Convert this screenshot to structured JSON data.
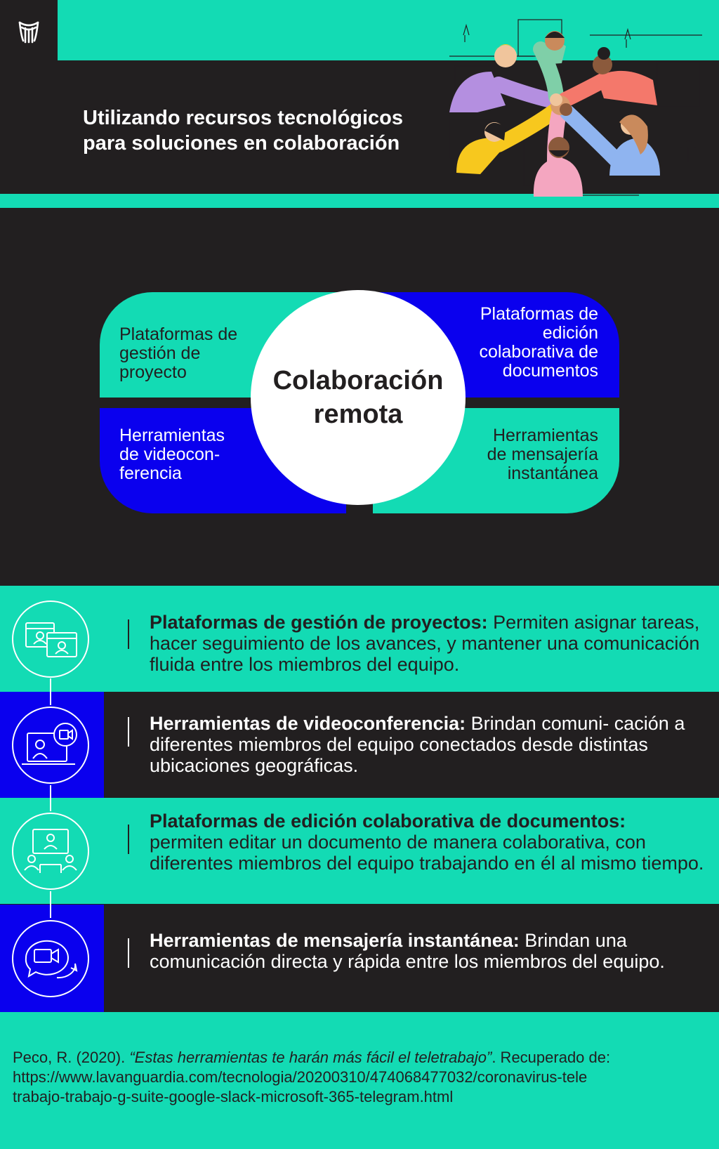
{
  "colors": {
    "dark": "#221f20",
    "teal": "#13dbb4",
    "blue": "#0a00ee",
    "white": "#ffffff"
  },
  "header": {
    "logo_icon": "tree-logo-icon",
    "title": "Utilizando recursos tecnológicos\npara soluciones en colaboración",
    "illustration": "team-hands-together-illustration"
  },
  "diagram": {
    "center": "Colaboración\nremota",
    "quadrants": [
      {
        "label": "Plataformas de\ngestión de\nproyecto"
      },
      {
        "label": "Plataformas de\nedición\ncolaborativa de\ndocumentos"
      },
      {
        "label": "Herramientas\nde videocon-\nferencia"
      },
      {
        "label": "Herramientas\nde mensajería\ninstantánea"
      }
    ]
  },
  "items": [
    {
      "icon": "browser-windows-users-icon",
      "title": "Plataformas de gestión de proyectos:",
      "text": " Permiten asignar tareas, hacer seguimiento de los avances, y mantener una comunicación fluida entre los miembros del equipo."
    },
    {
      "icon": "laptop-video-call-icon",
      "title": "Herramientas de videoconferencia:",
      "text": " Brindan comuni- cación a diferentes miembros del equipo conectados desde distintas ubicaciones geográficas."
    },
    {
      "icon": "team-meeting-screen-icon",
      "title": "Plataformas de edición colaborativa de documentos:",
      "text": " permiten editar un documento de manera colaborativa, con diferentes miembros del equipo trabajando en él al mismo tiempo."
    },
    {
      "icon": "chat-bubbles-video-icon",
      "title": "Herramientas de mensajería instantánea:",
      "text": " Brindan una comunicación directa y rápida entre los miembros del equipo."
    }
  ],
  "reference": {
    "prefix": "Peco, R. (2020). ",
    "title": "“Estas herramientas te harán más fácil el teletrabajo”",
    "suffix": ". Recuperado de:",
    "url_line1": "https://www.lavanguardia.com/tecnologia/20200310/474068477032/coronavirus-tele",
    "url_line2": "trabajo-trabajo-g-suite-google-slack-microsoft-365-telegram.html"
  }
}
